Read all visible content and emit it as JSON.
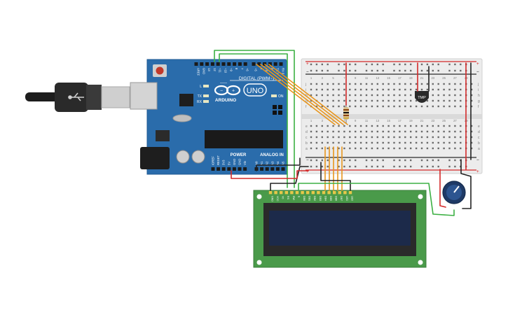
{
  "arduino": {
    "brand": "ARDUINO",
    "model": "UNO",
    "digital_label": "DIGITAL (PWM~)",
    "power_label": "POWER",
    "analog_label": "ANALOG IN",
    "on_label": "ON",
    "l_label": "L",
    "tx_label": "TX",
    "rx_label": "RX",
    "digital_pins": [
      "AREF",
      "GND",
      "13",
      "12",
      "~11",
      "~10",
      "~9",
      "8",
      "7",
      "~6",
      "~5",
      "4",
      "~3",
      "2",
      "TX 1",
      "RX 0"
    ],
    "power_pins": [
      "IOREF",
      "RESET",
      "3V3",
      "5V",
      "GND",
      "GND",
      "Vin"
    ],
    "analog_pins": [
      "A0",
      "A1",
      "A2",
      "A3",
      "A4",
      "A5"
    ]
  },
  "breadboard": {
    "row_numbers": [
      "1",
      "3",
      "5",
      "7",
      "9",
      "11",
      "13",
      "15",
      "17",
      "19",
      "21",
      "23",
      "25",
      "27",
      "29"
    ],
    "letters_top": [
      "j",
      "i",
      "h",
      "g",
      "f"
    ],
    "letters_bottom": [
      "e",
      "d",
      "c",
      "b",
      "a"
    ]
  },
  "sensor": {
    "label": "TMP"
  },
  "lcd": {
    "pin_labels": [
      "GND",
      "VCC",
      "V0",
      "RS",
      "RW",
      "E",
      "DB0",
      "DB1",
      "DB2",
      "DB3",
      "DB4",
      "DB5",
      "DB6",
      "DB7",
      "LED",
      "LED"
    ]
  },
  "colors": {
    "board": "#2a6cab",
    "breadboard": "#ececec",
    "lcd_pcb": "#4a9a4a",
    "lcd_screen": "#1c2a4a",
    "wire_green": "#3cb043",
    "wire_orange": "#e8961e",
    "wire_red": "#d42a2a",
    "wire_black": "#222222"
  }
}
